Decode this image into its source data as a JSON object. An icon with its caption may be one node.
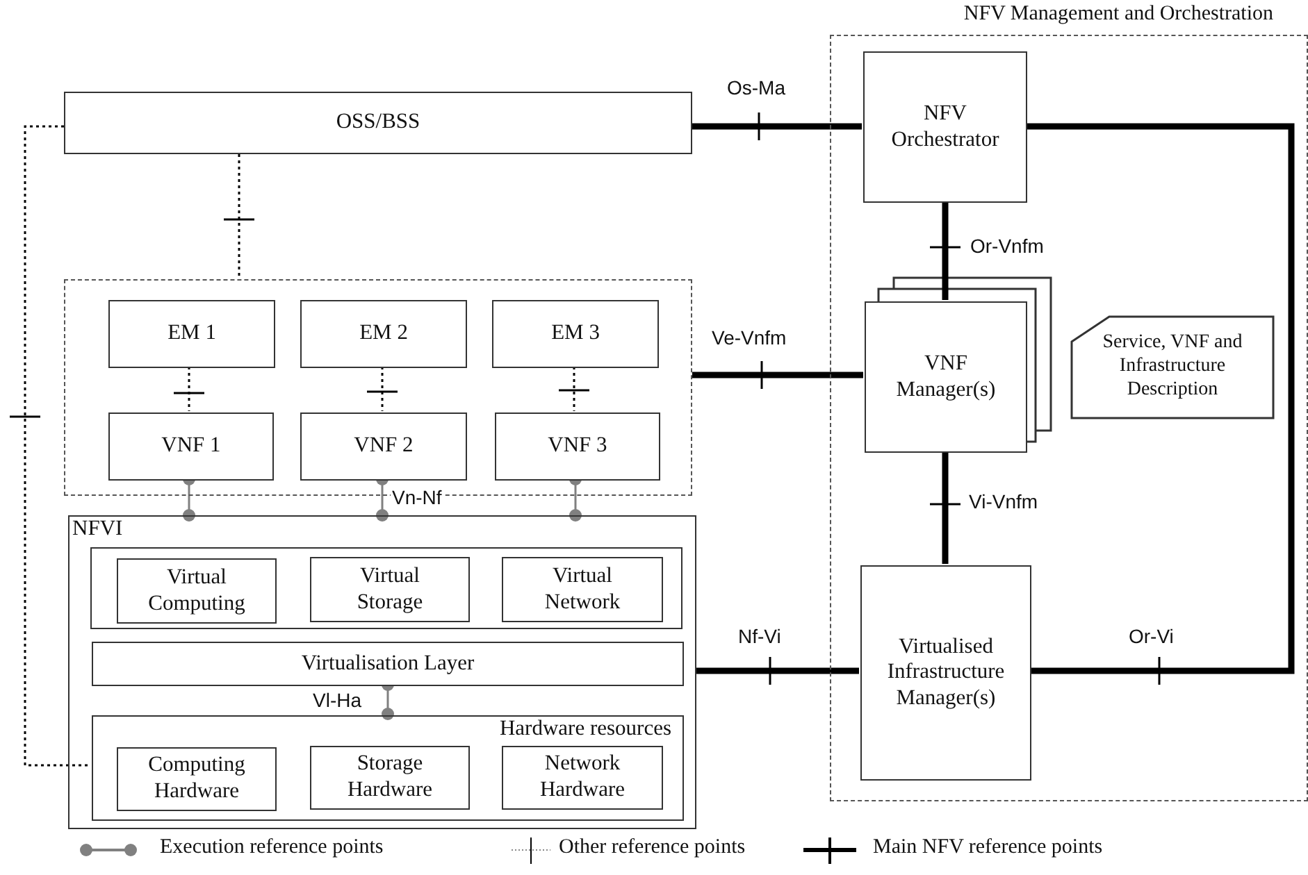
{
  "diagram": {
    "nodes": [
      {
        "text": [
          "OSS/BSS"
        ]
      },
      {
        "text": [],
        "shape": "box"
      },
      {
        "text": [
          "EM 1"
        ],
        "in": 1
      },
      {
        "text": [
          "EM 2"
        ],
        "in": 1
      },
      {
        "text": [
          "EM 3"
        ],
        "in": 1
      },
      {
        "text": [
          "VNF 1"
        ],
        "in": 1
      },
      {
        "text": [
          "VNF 2"
        ],
        "in": 1
      },
      {
        "text": [
          "VNF 3"
        ],
        "in": 1
      },
      {
        "text": [
          "NFVI"
        ]
      },
      {
        "text": [],
        "shape": "box",
        "in": 8
      },
      {
        "text": [
          "Virtual Computing"
        ],
        "in": 9
      },
      {
        "text": [
          "Virtual Storage"
        ],
        "in": 9
      },
      {
        "text": [
          "Virtual Network"
        ],
        "in": 9
      },
      {
        "text": [
          "Virtualisation Layer"
        ],
        "in": 8
      },
      {
        "text": [
          "Hardware resources"
        ],
        "in": 8
      },
      {
        "text": [
          "Computing Hardware"
        ],
        "in": 14
      },
      {
        "text": [
          "Storage Hardware"
        ],
        "in": 14
      },
      {
        "text": [
          "Network Hardware"
        ],
        "in": 14
      },
      {
        "text": [
          "NFV Management and Orchestration"
        ]
      },
      {
        "text": [
          "NFV Orchestrator"
        ],
        "in": 18
      },
      {
        "text": [
          "VNF Manager(s)"
        ],
        "in": 18
      },
      {
        "text": [
          "Service, VNF and Infrastructure Description"
        ],
        "in": 18
      },
      {
        "text": [
          "Virtualised Infrastructure Manager(s)"
        ],
        "in": 18
      }
    ],
    "edges": [
      {
        "from": 0,
        "to": 19,
        "arrow": "none",
        "label": "Os-Ma",
        "style": "thick"
      },
      {
        "from": 0,
        "to": 1,
        "arrow": "none",
        "style": "dashed"
      },
      {
        "from": 2,
        "to": 5,
        "arrow": "none",
        "style": "dashed"
      },
      {
        "from": 3,
        "to": 6,
        "arrow": "none",
        "style": "dashed"
      },
      {
        "from": 4,
        "to": 7,
        "arrow": "none",
        "style": "dashed"
      },
      {
        "from": 5,
        "to": 8,
        "arrow": "other",
        "color": "#808080"
      },
      {
        "from": 6,
        "to": 8,
        "arrow": "other",
        "label": "Vn-Nf",
        "color": "#808080"
      },
      {
        "from": 7,
        "to": 8,
        "arrow": "other",
        "color": "#808080"
      },
      {
        "from": 1,
        "to": 20,
        "arrow": "none",
        "label": "Ve-Vnfm",
        "style": "thick"
      },
      {
        "from": 0,
        "to": 14,
        "arrow": "none",
        "style": "dashed"
      },
      {
        "from": 19,
        "to": 20,
        "arrow": "none",
        "label": "Or-Vnfm",
        "style": "thick"
      },
      {
        "from": 20,
        "to": 22,
        "arrow": "none",
        "label": "Vi-Vnfm",
        "style": "thick"
      },
      {
        "from": 13,
        "to": 14,
        "arrow": "other",
        "label": "Vl-Ha",
        "color": "#808080"
      },
      {
        "from": 8,
        "to": 22,
        "arrow": "none",
        "label": "Nf-Vi",
        "style": "thick"
      },
      {
        "from": 19,
        "to": 22,
        "arrow": "none",
        "label": "Or-Vi",
        "style": "thick"
      }
    ],
    "legend": [
      {
        "text": "Execution reference points"
      },
      {
        "text": "Other reference points"
      },
      {
        "text": "Main NFV reference points"
      }
    ]
  }
}
